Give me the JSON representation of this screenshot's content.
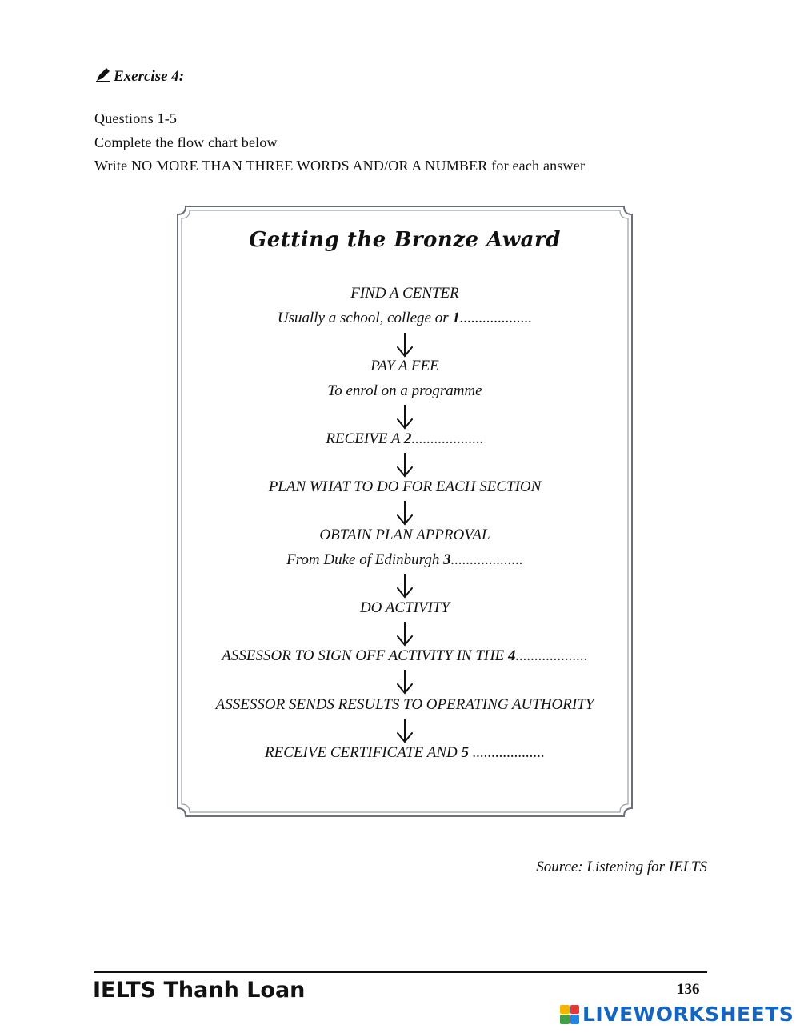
{
  "exercise": {
    "heading": "Exercise 4:"
  },
  "instructions": [
    "Questions 1-5",
    "Complete the flow chart below",
    "Write NO MORE THAN THREE WORDS AND/OR A NUMBER for each answer"
  ],
  "flowchart": {
    "title": "Getting the Bronze Award",
    "steps": [
      {
        "main": "FIND A CENTER",
        "sub_prefix": "Usually a school, college or ",
        "sub_num": "1",
        "sub_suffix": "..................."
      },
      {
        "main": "PAY A FEE",
        "sub": "To enrol on a programme"
      },
      {
        "main_prefix": "RECEIVE A ",
        "main_num": "2",
        "main_suffix": "..................."
      },
      {
        "main": "PLAN WHAT TO DO FOR EACH SECTION"
      },
      {
        "main": "OBTAIN PLAN APPROVAL",
        "sub_prefix": "From Duke of Edinburgh ",
        "sub_num": "3",
        "sub_suffix": "..................."
      },
      {
        "main": "DO ACTIVITY"
      },
      {
        "main_prefix": "ASSESSOR TO SIGN OFF ACTIVITY IN THE ",
        "main_num": "4",
        "main_suffix": "..................."
      },
      {
        "main": "ASSESSOR SENDS RESULTS TO OPERATING AUTHORITY"
      },
      {
        "main_prefix": "RECEIVE CERTIFICATE AND ",
        "main_num": "5",
        "main_suffix": " ..................."
      }
    ]
  },
  "source": "Source: Listening for IELTS",
  "footer": {
    "brand": "IELTS Thanh Loan",
    "page": "136"
  },
  "watermark": {
    "text": "LIVEWORKSHEETS",
    "color": "#1565c0"
  },
  "icons": {
    "exercise": "pen-icon",
    "arrow": "arrow-down-icon",
    "watermark": "liveworksheets-logo-icon"
  }
}
